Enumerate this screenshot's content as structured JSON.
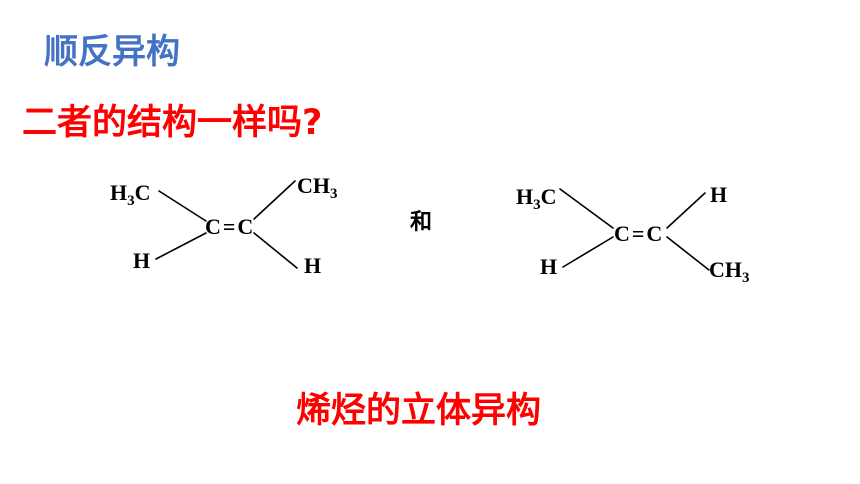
{
  "slide": {
    "title": "顺反异构",
    "question": "二者的结构一样吗?",
    "connector": "和",
    "conclusion": "烯烃的立体异构"
  },
  "colors": {
    "title": "#4472C4",
    "emphasis": "#FF0000",
    "structure": "#000000",
    "background": "#FFFFFF"
  },
  "structures": [
    {
      "top_left": {
        "main": "H",
        "sub": "3",
        "tail": "C"
      },
      "top_right": {
        "main": "CH",
        "sub": "3"
      },
      "center": "C=C",
      "bottom_left": "H",
      "bottom_right": "H"
    },
    {
      "top_left": {
        "main": "H",
        "sub": "3",
        "tail": "C"
      },
      "top_right": "H",
      "center": "C=C",
      "bottom_left": "H",
      "bottom_right": {
        "main": "CH",
        "sub": "3"
      }
    }
  ]
}
